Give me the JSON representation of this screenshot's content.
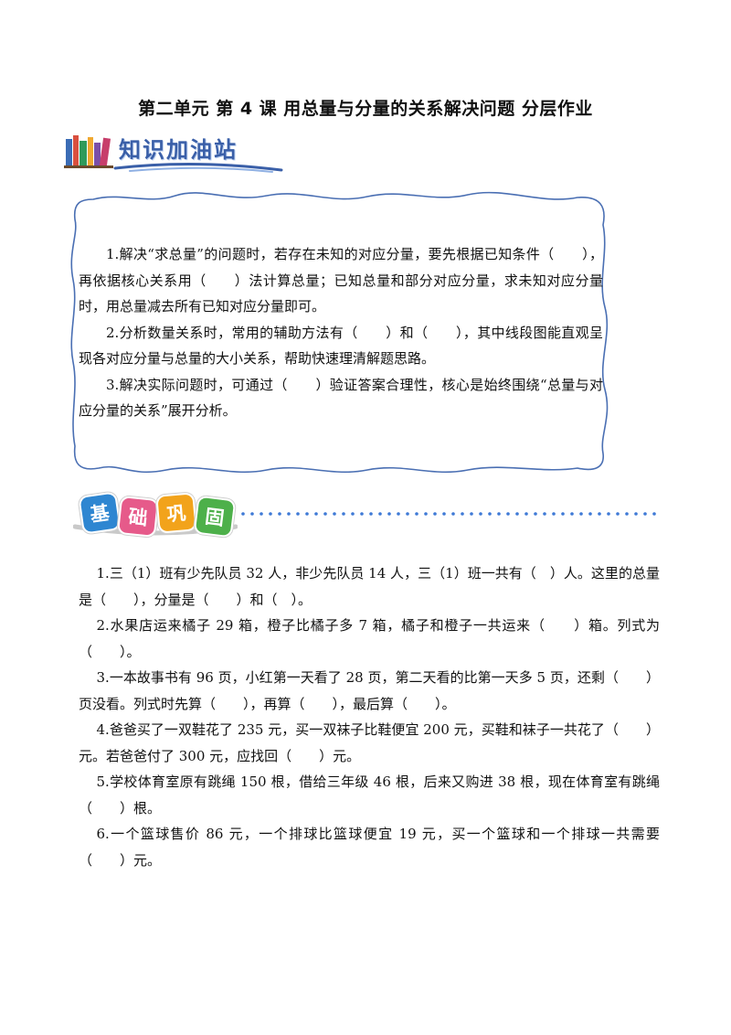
{
  "title": "第二单元  第 4 课  用总量与分量的关系解决问题  分层作业",
  "section_knowledge": {
    "label": "知识加油站",
    "items": [
      "1.解决“求总量”的问题时，若存在未知的对应分量，要先根据已知条件（　　），再依据核心关系用（　　）法计算总量；已知总量和部分对应分量，求未知对应分量时，用总量减去所有已知对应分量即可。",
      "2.分析数量关系时，常用的辅助方法有（　　）和（　　），其中线段图能直观呈现各对应分量与总量的大小关系，帮助快速理清解题思路。",
      "3.解决实际问题时，可通过（　　）验证答案合理性，核心是始终围绕“总量与对应分量的关系”展开分析。"
    ]
  },
  "section_basic": {
    "badges": [
      "基",
      "础",
      "巩",
      "固"
    ],
    "items": [
      "1.三（1）班有少先队员 32 人，非少先队员 14 人，三（1）班一共有（　）人。这里的总量是（　　），分量是（　　）和（　）。",
      "2.水果店运来橘子 29 箱，橙子比橘子多 7 箱，橘子和橙子一共运来（　　）箱。列式为（　　）。",
      "3.一本故事书有 96 页，小红第一天看了 28 页，第二天看的比第一天多 5 页，还剩（　　）页没看。列式时先算（　　），再算（　　），最后算（　　）。",
      "4.爸爸买了一双鞋花了 235 元，买一双袜子比鞋便宜 200 元，买鞋和袜子一共花了（　　）元。若爸爸付了 300 元，应找回（　　）元。",
      "5.学校体育室原有跳绳 150 根，借给三年级 46 根，后来又购进 38 根，现在体育室有跳绳（　　）根。",
      "6.一个篮球售价 86 元，一个排球比篮球便宜 19 元，买一个篮球和一个排球一共需要（　　）元。"
    ]
  },
  "colors": {
    "frame": "#4a6fb3",
    "heading": "#3a5fa8",
    "dots": "#3f7ad6"
  }
}
